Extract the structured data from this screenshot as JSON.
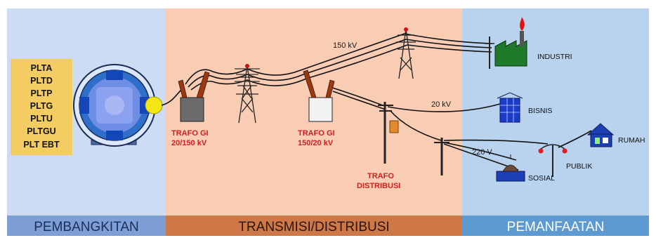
{
  "plants": [
    "PLTA",
    "PLTD",
    "PLTP",
    "PLTG",
    "PLTU",
    "PLTGU",
    "PLT EBT"
  ],
  "labels": {
    "trafo_gi_1": [
      "TRAFO GI",
      "20/150 kV"
    ],
    "trafo_gi_2": [
      "TRAFO GI",
      "150/20 kV"
    ],
    "trafo_distribusi": [
      "TRAFO",
      "DISTRIBUSI"
    ],
    "v150": "150 kV",
    "v20": "20 kV",
    "v220": "220 V",
    "industri": "INDUSTRI",
    "bisnis": "BISNIS",
    "rumah": "RUMAH",
    "publik": "PUBLIK",
    "sosial": "SOSIAL"
  },
  "sections": {
    "left": "PEMBANGKITAN",
    "middle": "TRANSMISI/DISTRIBUSI",
    "right": "PEMANFAATAN"
  },
  "colors": {
    "zone_left": "#cddcf3",
    "zone_middle": "#f8cdb4",
    "zone_right": "#b9d3ee",
    "band_left": "#7d9fd6",
    "band_middle": "#cf7847",
    "band_right": "#5e9ad2",
    "plant_box": "#f3cd62",
    "red_text": "#d11f1f"
  }
}
